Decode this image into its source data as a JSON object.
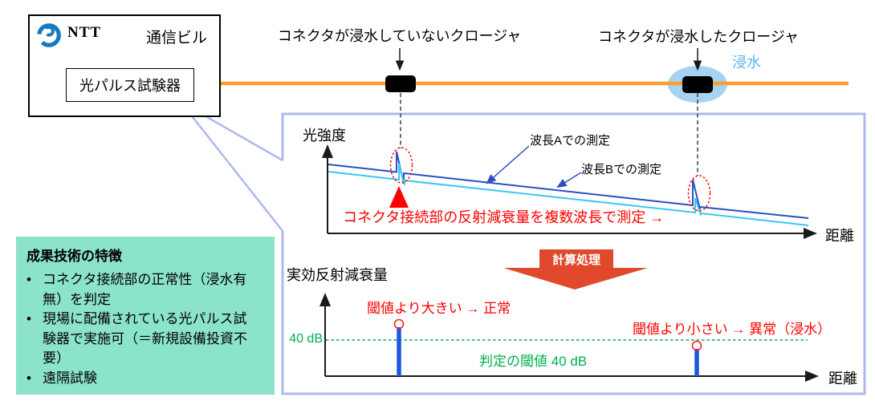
{
  "building": {
    "logo": "NTT",
    "name": "通信ビル",
    "device": "光パルス試験器"
  },
  "fiber": {
    "dry_closure_label": "コネクタが浸水していないクロージャ",
    "wet_closure_label": "コネクタが浸水したクロージャ",
    "flood_label": "浸水"
  },
  "top_chart": {
    "ylabel": "光強度",
    "xlabel": "距離",
    "series_a_label": "波長Aでの測定",
    "series_b_label": "波長Bでの測定",
    "annotation": "コネクタ接続部の反射減衰量を複数波長で測定 →"
  },
  "process": {
    "label": "計算処理"
  },
  "bottom_chart": {
    "ylabel": "実効反射減衰量",
    "xlabel": "距離",
    "threshold_value": "40 dB",
    "threshold_note": "判定の閾値 40 dB",
    "normal_note": "閾値より大きい → 正常",
    "abnormal_note": "閾値より小さい → 異常（浸水）"
  },
  "features": {
    "title": "成果技術の特徴",
    "bullet_char": "•",
    "items": [
      "コネクタ接続部の正常性（浸水有無）を判定",
      "現場に配備されている光パルス試験器で実施可（＝新規設備投資不要）",
      "遠隔試験"
    ]
  },
  "colors": {
    "fiber_orange": "#fb9e2c",
    "flood_ellipse_blue": "#a7d3f2",
    "flood_text_blue": "#55b4f0",
    "callout_border_lavender": "#adb9ee",
    "wavelength_a_blue": "#2b50c0",
    "wavelength_b_cyan": "#3bc6f3",
    "alert_red": "#ff0000",
    "threshold_green": "#00b050",
    "bar_blue": "#1e56e0",
    "process_arrow_red": "#e0492b",
    "feature_box_green": "#8be3ca",
    "ntt_logo_blue": "#1879c0"
  },
  "chart_data": [
    {
      "type": "line",
      "ylabel": "光強度",
      "xlabel": "距離",
      "axis_numbers_shown": false,
      "series": [
        {
          "name": "波長Aでの測定",
          "shape": "右下がりの直線（上側）",
          "reflection_spikes_at": [
            "浸水していないコネクタ位置",
            "浸水したコネクタ位置"
          ]
        },
        {
          "name": "波長Bでの測定",
          "shape": "右下がりの直線（下側）",
          "reflection_spikes_at": [
            "浸水していないコネクタ位置",
            "浸水したコネクタ位置"
          ]
        }
      ],
      "annotations": [
        "コネクタ接続部の反射減衰量を複数波長で測定 →",
        "反射スパイクを赤点線の楕円で強調"
      ]
    },
    {
      "type": "bar",
      "ylabel": "実効反射減衰量",
      "xlabel": "距離",
      "threshold": {
        "value": 40,
        "unit": "dB",
        "label": "判定の閾値 40 dB"
      },
      "bars": [
        {
          "x": "浸水していないコネクタの距離",
          "value_estimate_dB": 55,
          "vs_threshold": "above",
          "note": "閾値より大きい → 正常"
        },
        {
          "x": "浸水したコネクタの距離",
          "value_estimate_dB": 31,
          "vs_threshold": "below",
          "note": "閾値より小さい → 異常（浸水）"
        }
      ]
    }
  ]
}
